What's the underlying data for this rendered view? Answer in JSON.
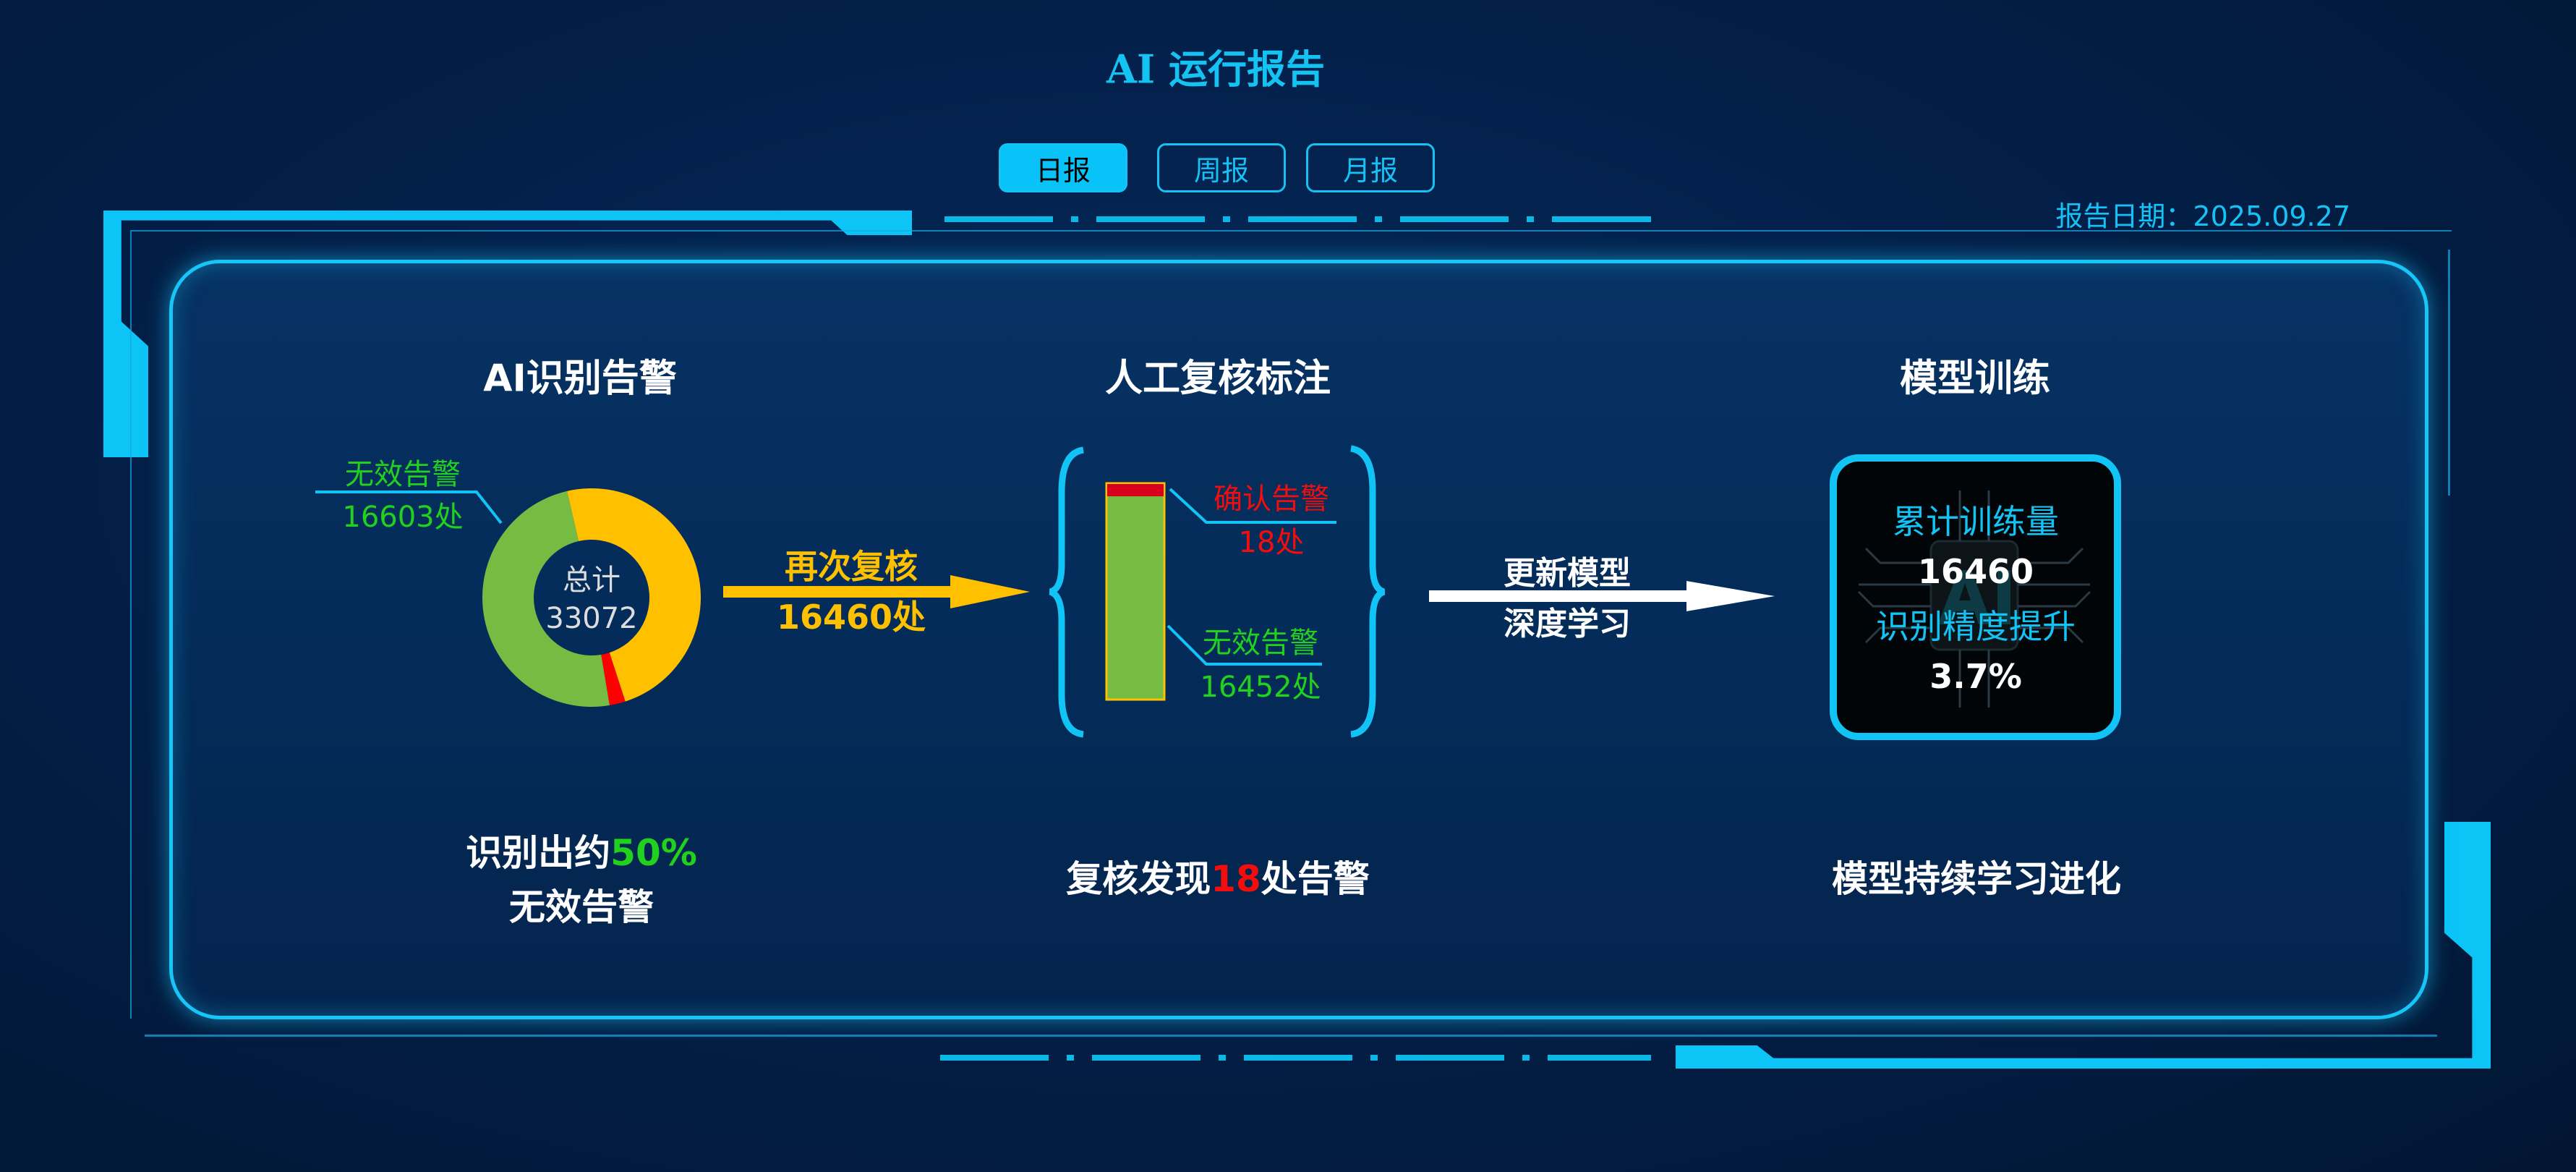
{
  "header": {
    "title": "AI 运行报告",
    "tabs": [
      {
        "label": "日报",
        "active": true
      },
      {
        "label": "周报",
        "active": false
      },
      {
        "label": "月报",
        "active": false
      }
    ],
    "report_date": "报告日期：2025.09.27"
  },
  "section1": {
    "title": "AI识别告警",
    "invalid_label": "无效告警",
    "invalid_value": "16603处",
    "total_label": "总计",
    "total_value": "33072",
    "summary_prefix": "识别出约",
    "summary_highlight": "50%",
    "summary_line2": "无效告警"
  },
  "donut": {
    "segments": [
      {
        "name": "再次复核",
        "value": 16460,
        "color": "#ffc000"
      },
      {
        "name": "确认告警",
        "value": 800,
        "color": "#ff0000"
      },
      {
        "name": "无效告警",
        "value": 16603,
        "color": "#77bc42"
      }
    ]
  },
  "arrow1": {
    "label_top": "再次复核",
    "label_bottom": "16460处",
    "color": "#ffc000"
  },
  "section2": {
    "title": "人工复核标注",
    "confirmed_label": "确认告警",
    "confirmed_value": "18处",
    "invalid_label": "无效告警",
    "invalid_value": "16452处",
    "summary_prefix": "复核发现",
    "summary_highlight": "18",
    "summary_suffix": "处告警"
  },
  "arrow2": {
    "label_top": "更新模型",
    "label_bottom": "深度学习"
  },
  "section3": {
    "title": "模型训练",
    "train_label": "累计训练量",
    "train_value": "16460",
    "accuracy_label": "识别精度提升",
    "accuracy_value": "3.7%",
    "summary": "模型持续学习进化"
  },
  "colors": {
    "accent": "#12c4f5",
    "green": "#77bc42",
    "yellow": "#ffc000",
    "red": "#e0001b"
  }
}
